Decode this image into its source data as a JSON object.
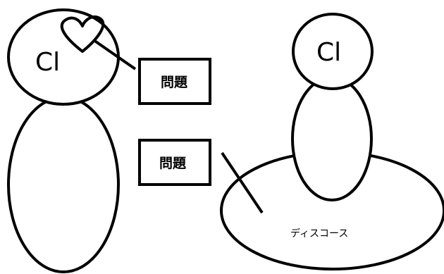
{
  "diagram": {
    "left_figure": {
      "head_label": "Cl",
      "heart_icon": "heart-outline"
    },
    "right_figure": {
      "head_label": "Cl",
      "discourse_label": "ディスコース"
    },
    "problem_box_top": {
      "label": "問題"
    },
    "problem_box_bottom": {
      "label": "問題"
    },
    "colors": {
      "stroke": "#000000",
      "background": "#ffffff"
    }
  }
}
